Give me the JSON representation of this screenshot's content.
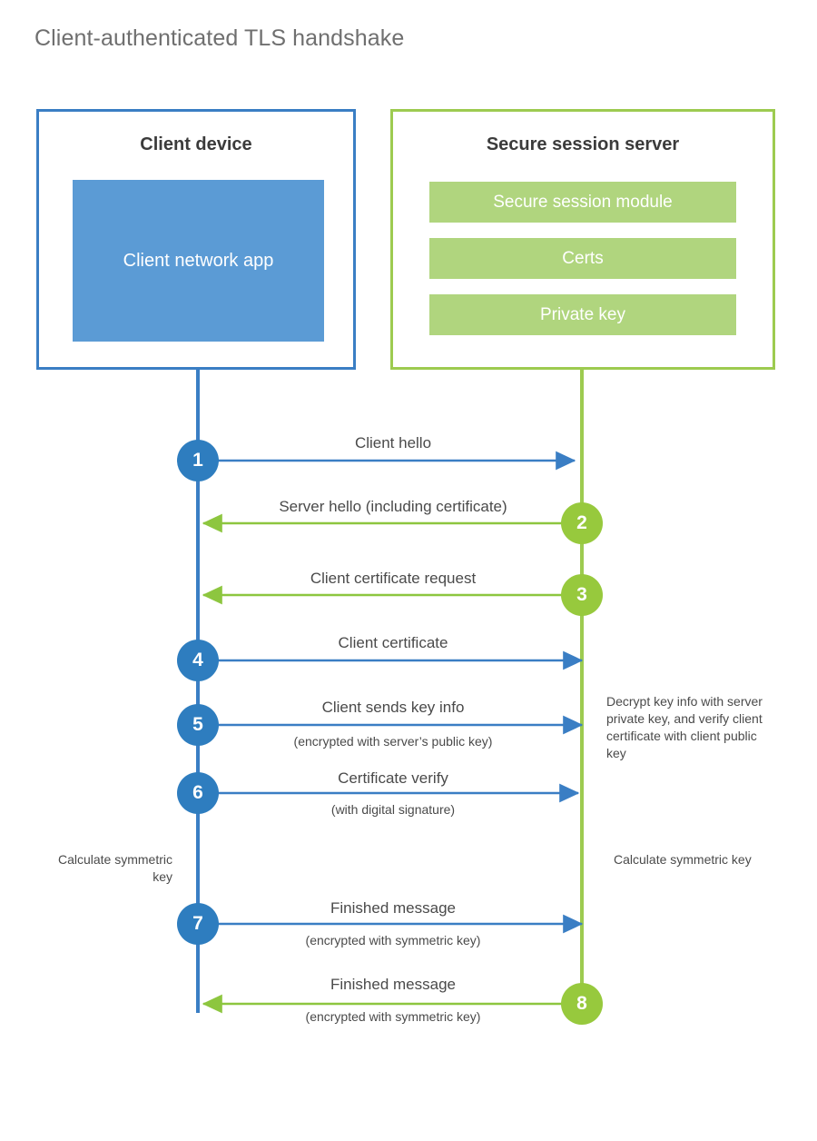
{
  "title": "Client-authenticated TLS handshake",
  "colors": {
    "client_blue": "#3a7ec4",
    "client_fill": "#5b9bd5",
    "client_circle": "#2e7dbf",
    "server_green": "#9dcb50",
    "server_fill": "#b0d57e",
    "server_circle": "#97c93d",
    "text": "#4a4a4a",
    "title_text": "#6f6f6f"
  },
  "client": {
    "title": "Client device",
    "app_label": "Client network app"
  },
  "server": {
    "title": "Secure session server",
    "components": [
      "Secure session module",
      "Certs",
      "Private key"
    ]
  },
  "steps": [
    {
      "number": "1",
      "label": "Client hello",
      "sub": "",
      "direction": "client-to-server"
    },
    {
      "number": "2",
      "label": "Server hello (including certificate)",
      "sub": "",
      "direction": "server-to-client"
    },
    {
      "number": "3",
      "label": "Client certificate request",
      "sub": "",
      "direction": "server-to-client"
    },
    {
      "number": "4",
      "label": "Client certificate",
      "sub": "",
      "direction": "client-to-server"
    },
    {
      "number": "5",
      "label": "Client sends key info",
      "sub": "(encrypted with server’s public key)",
      "direction": "client-to-server"
    },
    {
      "number": "6",
      "label": "Certificate verify",
      "sub": "(with digital signature)",
      "direction": "client-to-server"
    },
    {
      "number": "7",
      "label": "Finished message",
      "sub": "(encrypted with symmetric key)",
      "direction": "client-to-server"
    },
    {
      "number": "8",
      "label": "Finished message",
      "sub": "(encrypted with symmetric key)",
      "direction": "server-to-client"
    }
  ],
  "notes": {
    "client_calculate": "Calculate symmetric key",
    "server_decrypt": "Decrypt key info with server private key, and verify client certificate with client public key",
    "server_calculate": "Calculate symmetric key"
  }
}
